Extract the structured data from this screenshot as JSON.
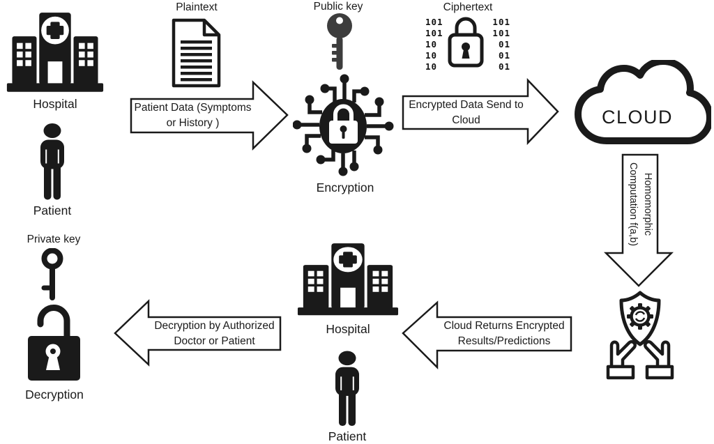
{
  "palette": {
    "ink": "#1a1a1a",
    "key_gray": "#3d3d3d",
    "background": "#ffffff"
  },
  "nodes": {
    "hospital_top": {
      "label": "Hospital"
    },
    "patient_top": {
      "label": "Patient"
    },
    "plaintext": {
      "label": "Plaintext"
    },
    "public_key": {
      "label": "Public key"
    },
    "encryption": {
      "label": "Encryption"
    },
    "ciphertext": {
      "label": "Ciphertext",
      "binary_left": "101\n101\n10\n10\n10",
      "binary_right": "101\n101\n01\n01\n01"
    },
    "cloud": {
      "label": "CLOUD"
    },
    "hospital_bottom": {
      "label": "Hospital"
    },
    "patient_bottom": {
      "label": "Patient"
    },
    "private_key": {
      "label": "Private key"
    },
    "decryption": {
      "label": "Decryption"
    }
  },
  "arrows": {
    "patient_data": {
      "direction": "right",
      "line1": "Patient Data (Symptoms",
      "line2": "or History )"
    },
    "send_to_cloud": {
      "direction": "right",
      "line1": "Encrypted Data Send to",
      "line2": "Cloud"
    },
    "homomorphic": {
      "direction": "down",
      "line1": "Homomorphic",
      "line2": "Computation f(a,b)"
    },
    "cloud_returns": {
      "direction": "left",
      "line1": "Cloud Returns Encrypted",
      "line2": "Results/Predictions"
    },
    "decryption_by": {
      "direction": "left",
      "line1": "Decryption by Authorized",
      "line2": "Doctor or Patient"
    }
  }
}
